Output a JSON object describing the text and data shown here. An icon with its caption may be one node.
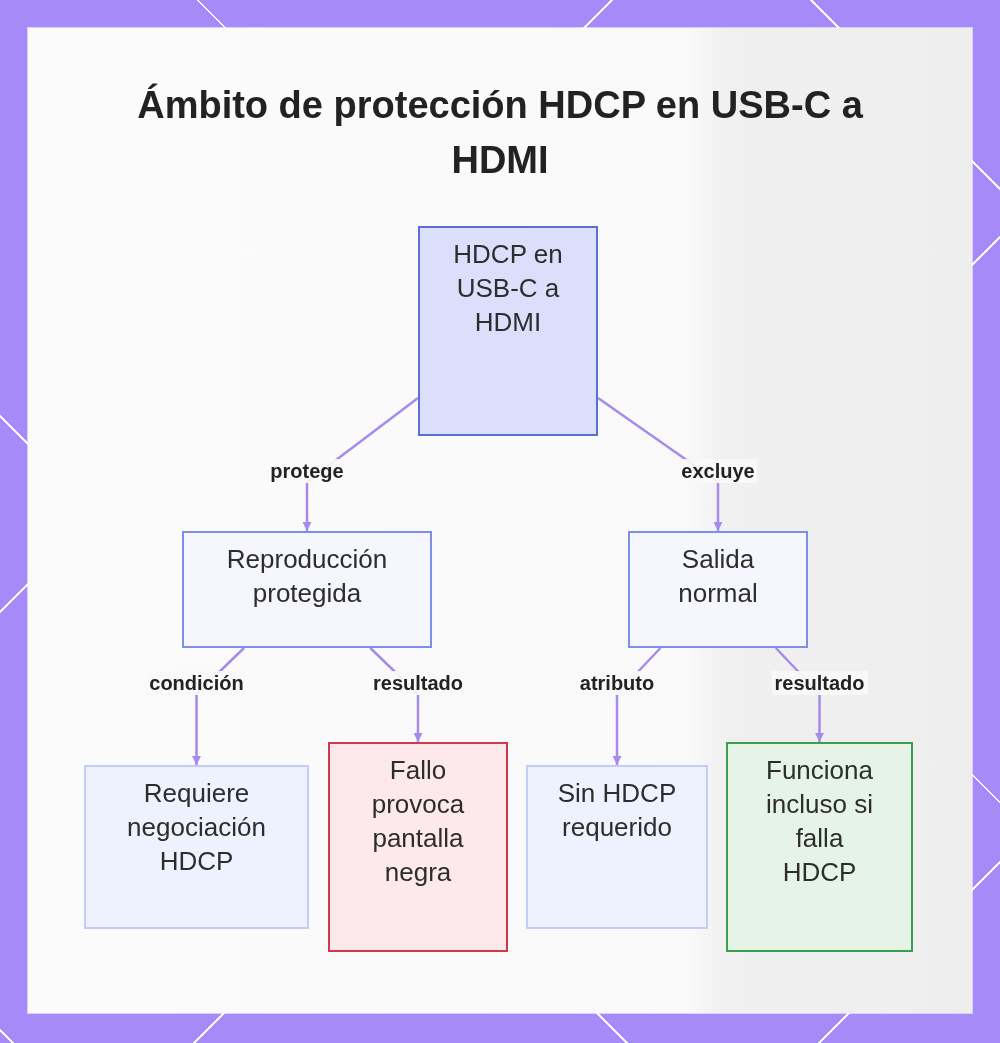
{
  "diagram": {
    "title": "Ámbito de protección HDCP en USB-C a HDMI",
    "nodes": [
      {
        "text": [
          "HDCP en USB-C a HDMI"
        ]
      },
      {
        "text": [
          "Reproducción protegida"
        ]
      },
      {
        "text": [
          "Salida normal"
        ]
      },
      {
        "text": [
          "Requiere negociación HDCP"
        ]
      },
      {
        "text": [
          "Fallo provoca pantalla negra"
        ]
      },
      {
        "text": [
          "Sin HDCP requerido"
        ]
      },
      {
        "text": [
          "Funciona incluso si falla HDCP"
        ]
      }
    ],
    "edges": [
      {
        "from": 0,
        "to": 1,
        "arrow": "to",
        "label": "protege"
      },
      {
        "from": 0,
        "to": 2,
        "arrow": "to",
        "label": "excluye"
      },
      {
        "from": 1,
        "to": 3,
        "arrow": "to",
        "label": "condición"
      },
      {
        "from": 1,
        "to": 4,
        "arrow": "to",
        "label": "resultado"
      },
      {
        "from": 2,
        "to": 5,
        "arrow": "to",
        "label": "atributo"
      },
      {
        "from": 2,
        "to": 6,
        "arrow": "to",
        "label": "resultado"
      }
    ]
  }
}
